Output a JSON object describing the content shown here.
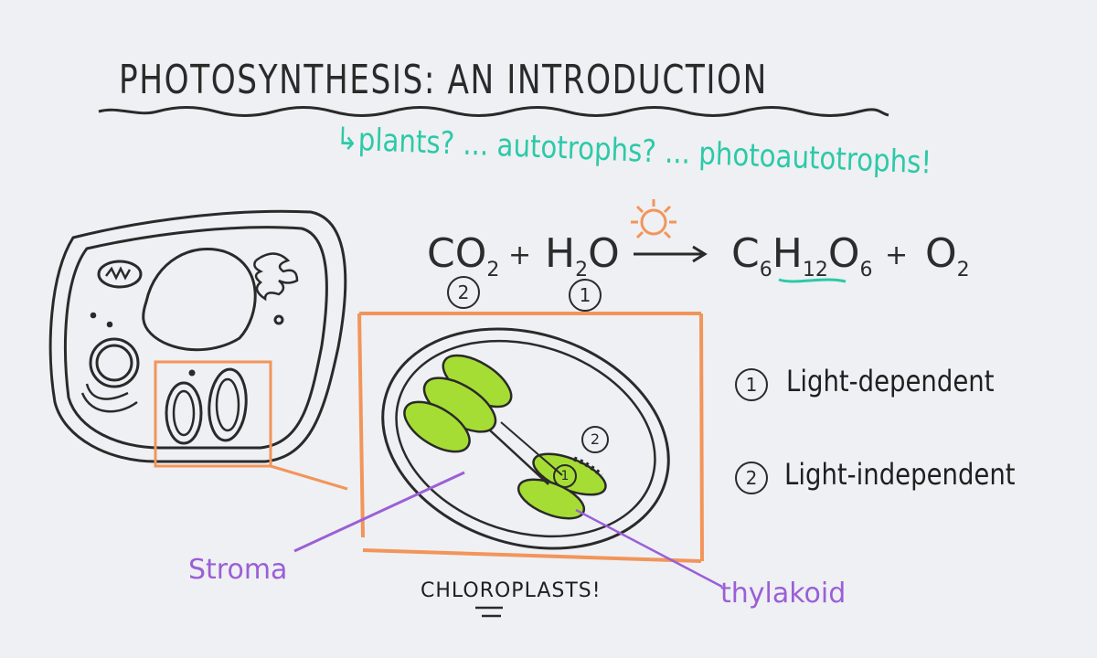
{
  "title": "PHOTOSYNTHESIS: AN INTRODUCTION",
  "subtitle": "↳plants? ... autotrophs? ... photoautotrophs!",
  "equation": {
    "reactant1": "CO",
    "reactant1_sub": "2",
    "plus1": "+",
    "reactant2": "H",
    "reactant2_sub": "2",
    "reactant2_tail": "O",
    "arrow": "→",
    "product1_c": "C",
    "product1_c_sub": "6",
    "product1_h": "H",
    "product1_h_sub": "12",
    "product1_o": "O",
    "product1_o_sub": "6",
    "plus2": "+",
    "product2": "O",
    "product2_sub": "2",
    "marker_co2": "2",
    "marker_h2o": "1"
  },
  "legend": {
    "item1_num": "1",
    "item1_label": "Light-dependent",
    "item2_num": "2",
    "item2_label": "Light-independent"
  },
  "labels": {
    "stroma": "Stroma",
    "chloroplasts": "CHLOROPLASTS!",
    "thylakoid": "thylakoid",
    "marker_stage2": "2",
    "marker_stage1": "1"
  },
  "colors": {
    "ink": "#2a2a2a",
    "teal": "#2cc9a8",
    "orange": "#f2955a",
    "purple": "#9b5fd6",
    "green": "#a6dd34",
    "board": "#eef0f3"
  }
}
